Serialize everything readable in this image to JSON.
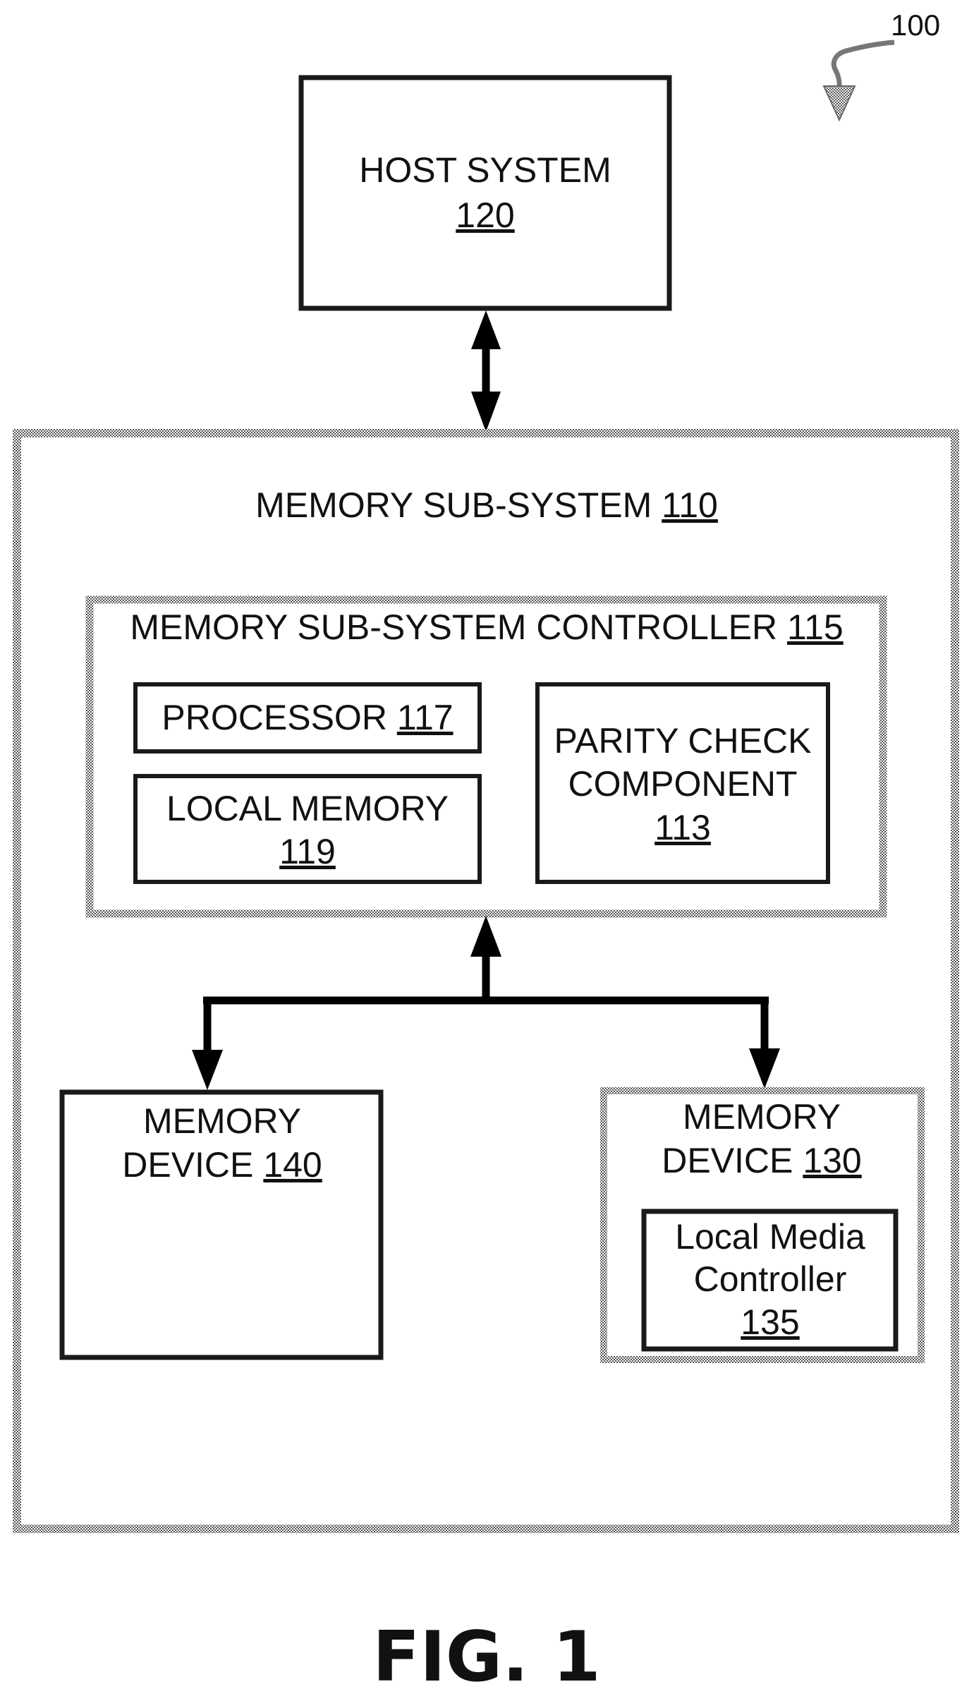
{
  "figure_ref": "100",
  "figure_label": "FIG. 1",
  "host_system": {
    "label": "HOST SYSTEM",
    "ref": "120"
  },
  "memory_sub_system": {
    "label": "MEMORY SUB-SYSTEM",
    "ref": "110"
  },
  "controller": {
    "label": "MEMORY SUB-SYSTEM CONTROLLER",
    "ref": "115"
  },
  "processor": {
    "label": "PROCESSOR",
    "ref": "117"
  },
  "local_memory": {
    "label": "LOCAL MEMORY",
    "ref": "119"
  },
  "parity_check": {
    "line1": "PARITY CHECK",
    "line2": "COMPONENT",
    "ref": "113"
  },
  "memory_device_140": {
    "line1": "MEMORY",
    "line2": "DEVICE",
    "ref": "140"
  },
  "memory_device_130": {
    "line1": "MEMORY",
    "line2": "DEVICE",
    "ref": "130"
  },
  "local_media_controller": {
    "line1": "Local Media",
    "line2": "Controller",
    "ref": "135"
  }
}
